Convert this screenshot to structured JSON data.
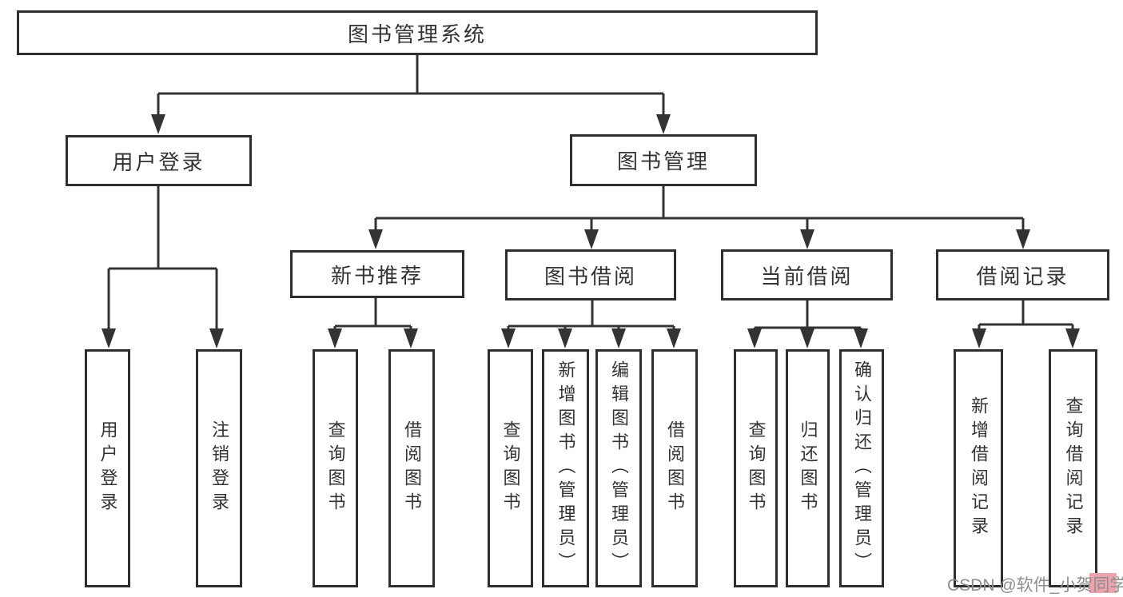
{
  "diagram": {
    "title": "图书管理系统",
    "root": {
      "label": "图书管理系统"
    },
    "level1": [
      {
        "label": "用户登录"
      },
      {
        "label": "图书管理"
      }
    ],
    "level2": [
      {
        "label": "新书推荐"
      },
      {
        "label": "图书借阅"
      },
      {
        "label": "当前借阅"
      },
      {
        "label": "借阅记录"
      }
    ],
    "leaves": {
      "login": [
        "用户登录",
        "注销登录"
      ],
      "newbook": [
        "查询图书",
        "借阅图书"
      ],
      "borrow": [
        "查询图书",
        "新增图书（管理员）",
        "编辑图书（管理员）",
        "借阅图书"
      ],
      "current": [
        "查询图书",
        "归还图书",
        "确认归还（管理员）"
      ],
      "records": [
        "新增借阅记录",
        "查询借阅记录"
      ]
    }
  },
  "watermark": {
    "text": "CSDN @软件_小贺同学"
  },
  "colors": {
    "line": "#333333",
    "border": "#2e2e2e",
    "text": "#333333",
    "watermark_text": "#8e8e8e",
    "watermark_highlight": "#eba3ad",
    "background": "#ffffff"
  }
}
